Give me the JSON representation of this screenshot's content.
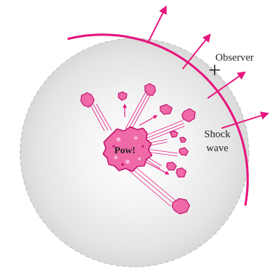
{
  "labels": {
    "observer": "Observer",
    "shock_line1": "Shock",
    "shock_line2": "wave",
    "pow": "Pow!"
  },
  "colors": {
    "accent": "#e6157e",
    "fragment_fill": "#f06aa8",
    "fragment_light": "#f9b8d6",
    "fragment_dark": "#c2106a",
    "halo": "#d6d6d6",
    "text": "#231f20"
  }
}
